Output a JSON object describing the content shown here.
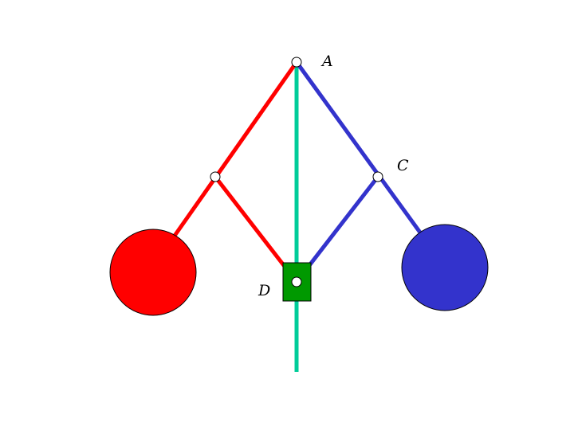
{
  "labels": {
    "a": "A",
    "c": "C",
    "d": "D"
  },
  "colors": {
    "background": "#ffffff",
    "axis": "#00cc99",
    "left_arm": "#ff0000",
    "right_arm": "#3333cc",
    "left_ball": "#ff0000",
    "right_ball": "#3333cc",
    "slider": "#009900",
    "joint_fill": "#ffffff",
    "outline": "#000000"
  }
}
